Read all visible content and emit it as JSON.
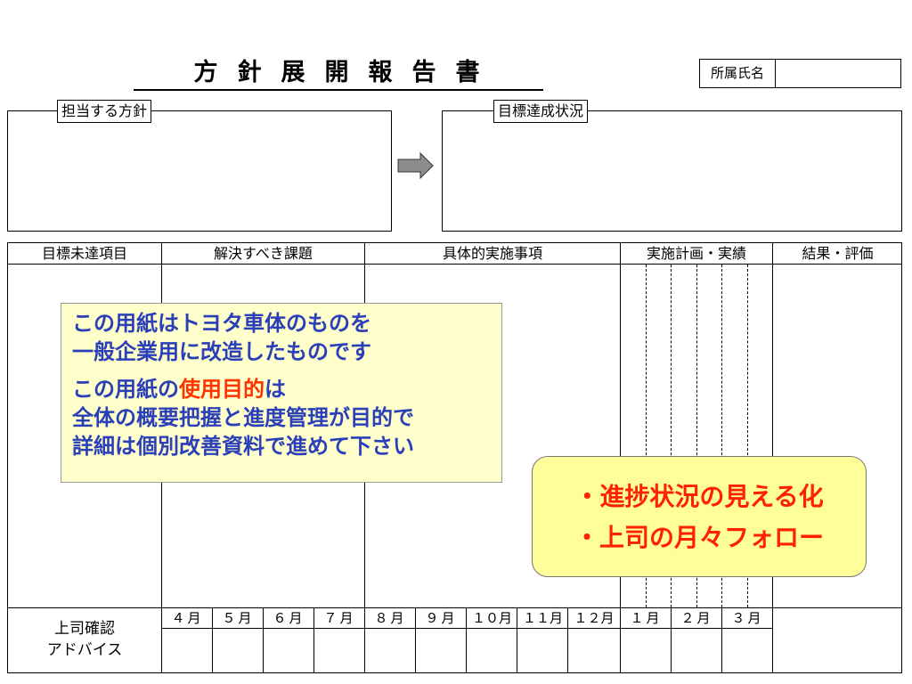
{
  "header": {
    "title": "方針展開報告書",
    "affiliation_label": "所属氏名"
  },
  "policy_box": {
    "label": "担当する方針"
  },
  "status_box": {
    "label": "目標達成状況"
  },
  "table": {
    "columns": [
      "目標未達項目",
      "解決すべき課題",
      "具体的実施事項",
      "実施計画・実績",
      "結果・評価"
    ],
    "footer_label_line1": "上司確認",
    "footer_label_line2": "アドバイス",
    "months": [
      "４月",
      "５月",
      "６月",
      "７月",
      "８月",
      "９月",
      "１０月",
      "１１月",
      "１２月",
      "１月",
      "２月",
      "３月"
    ]
  },
  "note": {
    "line1": "この用紙はトヨタ車体のものを",
    "line2": "一般企業用に改造したものです",
    "line3_prefix": "この用紙の",
    "line3_highlight": "使用目的",
    "line3_suffix": "は",
    "line4": "全体の概要把握と進度管理が目的で",
    "line5": "詳細は個別改善資料で進めて下さい"
  },
  "callout": {
    "line1": "・進捗状況の見える化",
    "line2": "・上司の月々フォロー"
  },
  "colors": {
    "note_bg": "#ffffcc",
    "note_text": "#2b3fb8",
    "highlight": "#ff3300",
    "callout_bg": "#ffff99",
    "callout_text": "#ff2200"
  }
}
